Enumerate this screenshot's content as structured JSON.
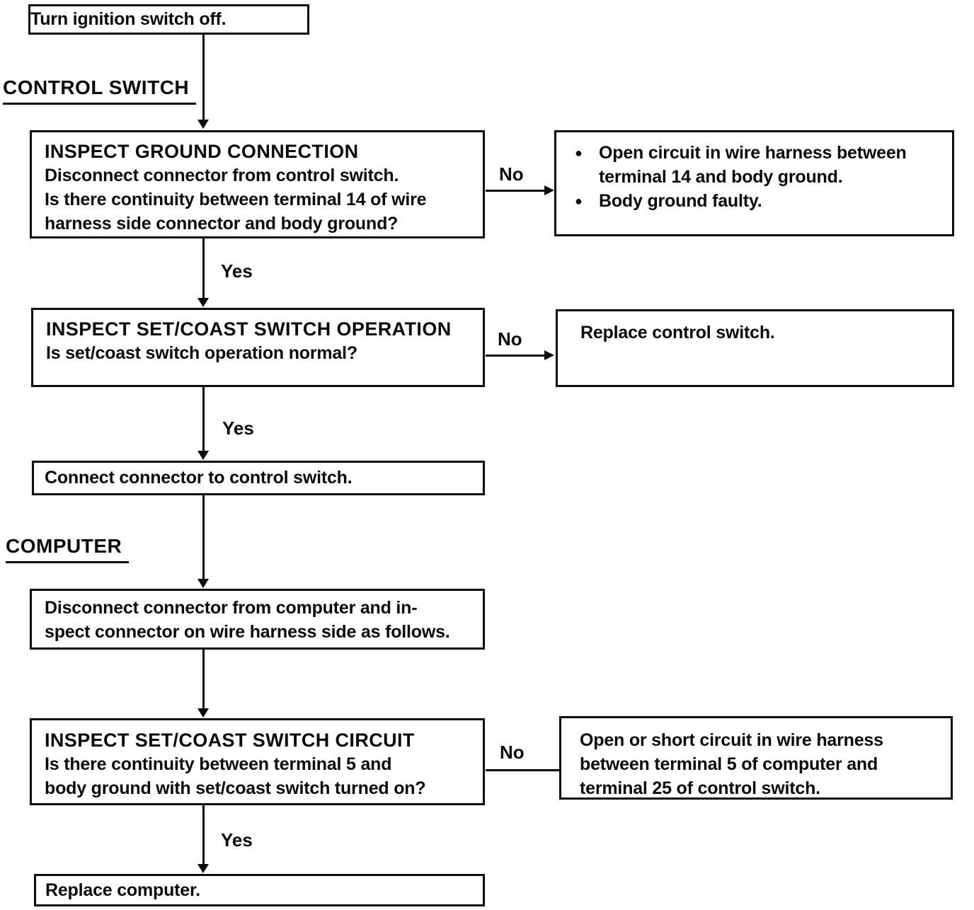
{
  "fc": {
    "headings": {
      "control_switch": "CONTROL SWITCH",
      "computer": "COMPUTER"
    },
    "labels": {
      "yes": "Yes",
      "no": "No"
    },
    "bullet_glyph": "●",
    "nodes": {
      "start": {
        "text": "Turn ignition switch off."
      },
      "inspect_ground": {
        "title": "INSPECT GROUND CONNECTION",
        "body": "Disconnect connector from control switch.\nIs there continuity between terminal 14 of wire\nharness side connector and body ground?"
      },
      "ground_fault": {
        "bullets": [
          "Open circuit in wire harness between\nterminal 14 and body ground.",
          "Body ground faulty."
        ]
      },
      "inspect_operation": {
        "title": "INSPECT SET/COAST SWITCH OPERATION",
        "body": "Is set/coast switch operation normal?"
      },
      "replace_control_switch": {
        "text": "Replace control switch."
      },
      "connect_connector": {
        "text": "Connect connector to control switch."
      },
      "disconnect_computer": {
        "text": "Disconnect connector from computer and in-\nspect connector on wire harness side as follows."
      },
      "inspect_circuit": {
        "title": "INSPECT SET/COAST SWITCH CIRCUIT",
        "body": "Is there continuity between terminal 5 and\nbody ground with set/coast switch turned on?"
      },
      "circuit_fault": {
        "text": "Open or short circuit in wire harness\nbetween terminal 5 of computer and\nterminal 25 of control switch."
      },
      "replace_computer": {
        "text": "Replace computer."
      }
    }
  }
}
